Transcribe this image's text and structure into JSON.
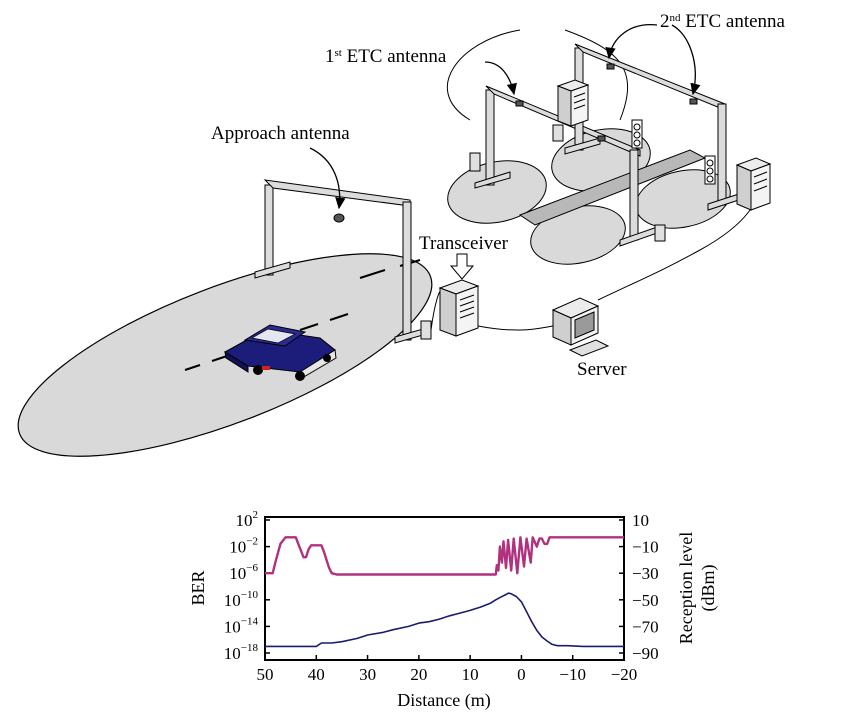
{
  "labels": {
    "approach_antenna": "Approach antenna",
    "first_etc": {
      "num": "1",
      "sup": "st",
      "rest": " ETC antenna"
    },
    "second_etc": {
      "num": "2",
      "sup": "nd",
      "rest": " ETC antenna"
    },
    "transceiver": "Transceiver",
    "server": "Server"
  },
  "icons": [
    "gantry-icon",
    "antenna-icon",
    "car-icon",
    "cabinet-icon",
    "server-computer-icon",
    "traffic-light-icon",
    "arrow-icon"
  ],
  "colors": {
    "coverage_fill": "#d9d9d9",
    "car_body": "#1c1c7a",
    "ber_curve": "#1c1c6e",
    "reception_curve": "#b0317e"
  },
  "chart_data": {
    "type": "line",
    "xlabel": "Distance (m)",
    "ylabel_left": "BER",
    "ylabel_right_line1": "Reception level",
    "ylabel_right_line2": "(dBm)",
    "x_ticks": [
      "50",
      "40",
      "30",
      "20",
      "10",
      "0",
      "−10",
      "−20"
    ],
    "x_tick_values": [
      50,
      40,
      30,
      20,
      10,
      0,
      -10,
      -20
    ],
    "xlim": [
      50,
      -20
    ],
    "left_ticks": [
      {
        "base": "10",
        "exp": "2",
        "value": 2
      },
      {
        "base": "10",
        "exp": "−2",
        "value": -2
      },
      {
        "base": "10",
        "exp": "−6",
        "value": -6
      },
      {
        "base": "10",
        "exp": "−10",
        "value": -10
      },
      {
        "base": "10",
        "exp": "−14",
        "value": -14
      },
      {
        "base": "10",
        "exp": "−18",
        "value": -18
      }
    ],
    "left_scale": "log10",
    "right_ticks": [
      "10",
      "−10",
      "−30",
      "−50",
      "−70",
      "−90"
    ],
    "right_tick_values": [
      10,
      -10,
      -30,
      -50,
      -70,
      -90
    ],
    "ylim_right": [
      -90,
      10
    ],
    "series": [
      {
        "axis": "right",
        "color_key": "reception_curve",
        "points": [
          [
            50,
            -30
          ],
          [
            48.5,
            -30
          ],
          [
            48,
            -22
          ],
          [
            47,
            -8
          ],
          [
            46,
            -3
          ],
          [
            44,
            -3
          ],
          [
            43.5,
            -8
          ],
          [
            43,
            -13
          ],
          [
            42.5,
            -18
          ],
          [
            42,
            -18
          ],
          [
            41.5,
            -12
          ],
          [
            41,
            -9
          ],
          [
            40,
            -9
          ],
          [
            39,
            -9
          ],
          [
            38.5,
            -14
          ],
          [
            38,
            -20
          ],
          [
            37.5,
            -26
          ],
          [
            37,
            -30
          ],
          [
            36,
            -31
          ],
          [
            30,
            -31
          ],
          [
            20,
            -31
          ],
          [
            10,
            -31
          ],
          [
            5,
            -31
          ],
          [
            4.8,
            -24
          ],
          [
            4.5,
            -28
          ],
          [
            4.2,
            -10
          ],
          [
            3.8,
            -22
          ],
          [
            3.5,
            -6
          ],
          [
            3,
            -26
          ],
          [
            2.6,
            -5
          ],
          [
            2,
            -28
          ],
          [
            1.5,
            -4
          ],
          [
            0.8,
            -30
          ],
          [
            0.2,
            -3
          ],
          [
            -0.5,
            -25
          ],
          [
            -1,
            -4
          ],
          [
            -1.8,
            -22
          ],
          [
            -2.2,
            -3
          ],
          [
            -3,
            -10
          ],
          [
            -3.5,
            -4
          ],
          [
            -4,
            -4
          ],
          [
            -4.5,
            -8
          ],
          [
            -5,
            -8
          ],
          [
            -5.5,
            -3
          ],
          [
            -8,
            -3
          ],
          [
            -12,
            -3
          ],
          [
            -20,
            -3
          ]
        ]
      },
      {
        "axis": "left",
        "color_key": "ber_curve",
        "points": [
          [
            50,
            -17
          ],
          [
            40,
            -17
          ],
          [
            39,
            -16.5
          ],
          [
            37,
            -16.5
          ],
          [
            35,
            -16.3
          ],
          [
            32,
            -15.8
          ],
          [
            30,
            -15.3
          ],
          [
            27,
            -14.9
          ],
          [
            25,
            -14.5
          ],
          [
            22,
            -14
          ],
          [
            20,
            -13.5
          ],
          [
            18,
            -13.3
          ],
          [
            16,
            -12.9
          ],
          [
            14,
            -12.4
          ],
          [
            12,
            -12
          ],
          [
            10,
            -11.6
          ],
          [
            8,
            -11.1
          ],
          [
            6,
            -10.5
          ],
          [
            5,
            -10
          ],
          [
            4,
            -9.6
          ],
          [
            3,
            -9.2
          ],
          [
            2.5,
            -9
          ],
          [
            2,
            -9.1
          ],
          [
            1,
            -9.5
          ],
          [
            0,
            -10.3
          ],
          [
            -1,
            -11.8
          ],
          [
            -2,
            -13.3
          ],
          [
            -3,
            -14.6
          ],
          [
            -4,
            -15.6
          ],
          [
            -5,
            -16.2
          ],
          [
            -6,
            -16.7
          ],
          [
            -7,
            -16.9
          ],
          [
            -9,
            -16.9
          ],
          [
            -12,
            -17
          ],
          [
            -20,
            -17
          ]
        ]
      }
    ]
  }
}
